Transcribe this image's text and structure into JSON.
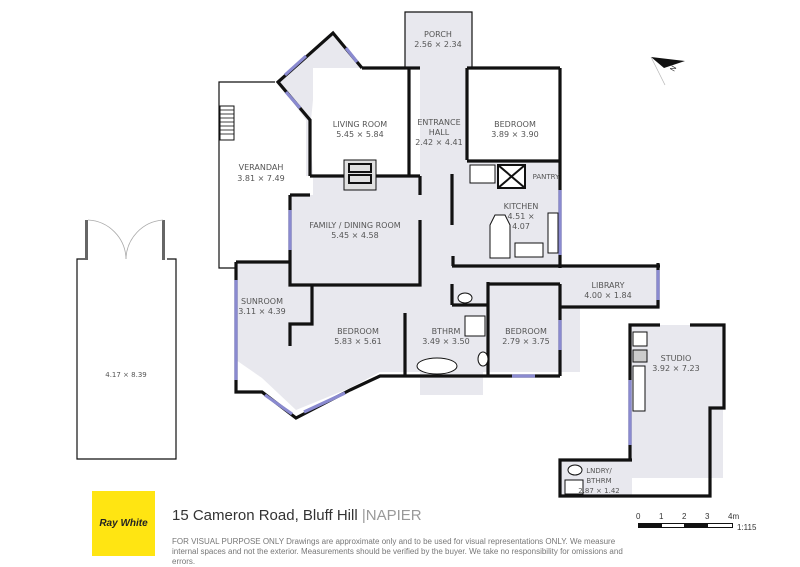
{
  "property": {
    "address": "15 Cameron Road, Bluff Hill",
    "separator": "|",
    "city": "NAPIER"
  },
  "brand": {
    "logo_text": "Ray White",
    "logo_color": "#ffe512"
  },
  "disclaimer": "FOR VISUAL PURPOSE ONLY Drawings are approximate only and to be used for visual representations ONLY. We measure internal spaces and not the exterior. Measurements should be verified by the buyer. We take no responsibility for omissions and errors.",
  "scale": {
    "ticks": [
      "0",
      "1",
      "2",
      "3",
      "4m"
    ],
    "ratio": "1:115"
  },
  "compass": {
    "label": "N"
  },
  "colors": {
    "room_fill": "#e8e8ee",
    "wall": "#111111",
    "window": "#8a8ad0"
  },
  "rooms": {
    "porch": {
      "name": "PORCH",
      "dims": "2.56 × 2.34"
    },
    "living": {
      "name": "LIVING ROOM",
      "dims": "5.45 × 5.84"
    },
    "entrance": {
      "name": "ENTRANCE",
      "name2": "HALL",
      "dims": "2.42 × 4.41"
    },
    "bedroom1": {
      "name": "BEDROOM",
      "dims": "3.89 × 3.90"
    },
    "verandah": {
      "name": "VERANDAH",
      "dims": "3.81 × 7.49"
    },
    "pantry": {
      "name": "PANTRY"
    },
    "kitchen": {
      "name": "KITCHEN",
      "dims1": "4.51 ×",
      "dims2": "4.07"
    },
    "family": {
      "name": "FAMILY / DINING ROOM",
      "dims": "5.45 × 4.58"
    },
    "library": {
      "name": "LIBRARY",
      "dims": "4.00 × 1.84"
    },
    "sunroom": {
      "name": "SUNROOM",
      "dims": "3.11 × 4.39"
    },
    "bedroom2": {
      "name": "BEDROOM",
      "dims": "5.83 × 5.61"
    },
    "bthrm": {
      "name": "BTHRM",
      "dims": "3.49 × 3.50"
    },
    "bedroom3": {
      "name": "BEDROOM",
      "dims": "2.79 × 3.75"
    },
    "studio": {
      "name": "STUDIO",
      "dims": "3.92 × 7.23"
    },
    "laundry": {
      "name": "LNDRY/",
      "name2": "BTHRM",
      "dims": "2.87 × 1.42"
    },
    "garage": {
      "dims": "4.17 × 8.39"
    }
  }
}
